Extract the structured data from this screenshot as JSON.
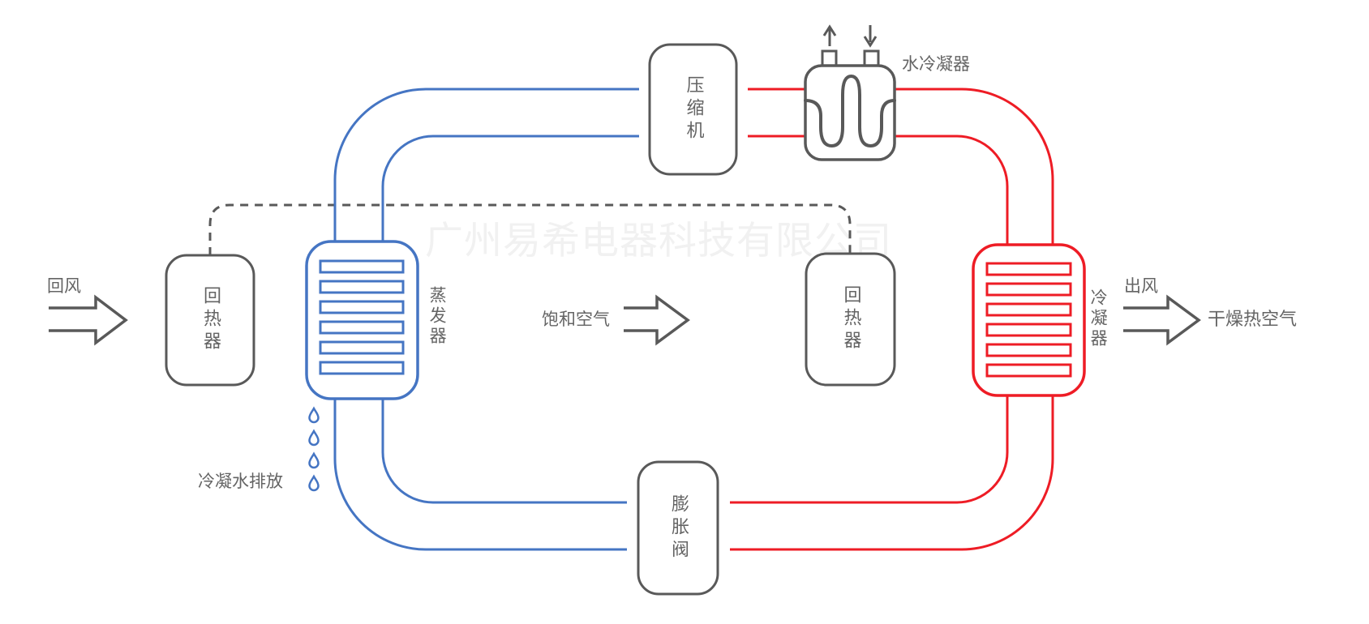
{
  "watermark": "广州易希电器科技有限公司",
  "colors": {
    "cold": "#4575c3",
    "hot": "#ee1c25",
    "outline": "#595959",
    "label": "#646464",
    "watermark": "#f1f1f1"
  },
  "labels": {
    "return_air": "回风",
    "reheater_left": "回热器",
    "evaporator": "蒸发器",
    "condensate_drain": "冷凝水排放",
    "saturated_air": "饱和空气",
    "compressor": "压缩机",
    "water_condenser": "水冷凝器",
    "reheater_right": "回热器",
    "condenser": "冷凝器",
    "expansion_valve": "膨胀阀",
    "air_out": "出风",
    "dry_hot_air": "干燥热空气"
  }
}
